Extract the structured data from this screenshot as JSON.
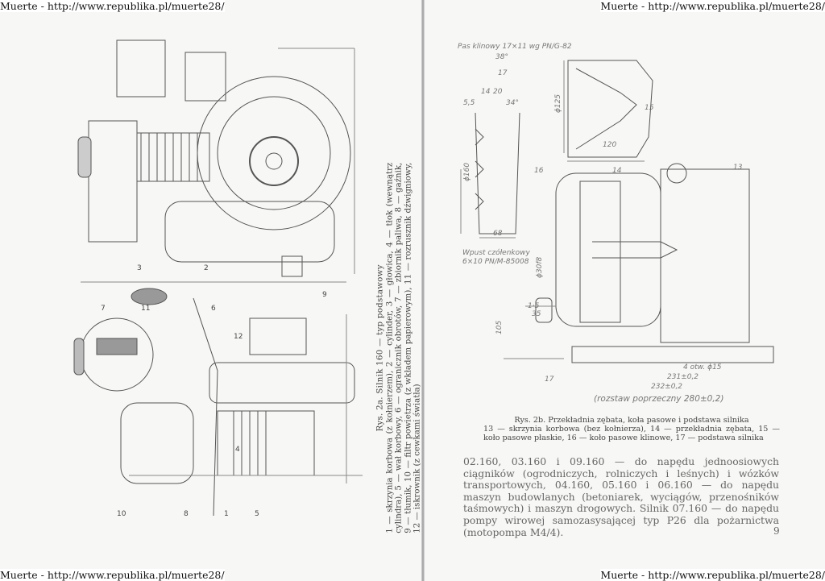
{
  "watermark": "Muerte - http://www.republika.pl/muerte28/",
  "left_page": {
    "figure_labels": [
      "1",
      "2",
      "3",
      "4",
      "5",
      "6",
      "7",
      "8",
      "9",
      "10",
      "11",
      "12"
    ],
    "caption": {
      "title": "Rys. 2a. Silnik 160 — typ podstawowy",
      "legend": "1 — skrzynia korbowa (z kołnierzem), 2 — cylinder, 3 — głowica, 4 — tłok (wewnątrz cylindra), 5 — wał korbowy, 6 — ogranicznik obrotów, 7 — zbiornik paliwa, 8 — gaźnik, 9 — tłumik, 10 — filtr powietrza (z wkładem papierowym), 11 — rozrusznik dźwigniowy, 12 — iskrownik (z cewkami światła)"
    }
  },
  "right_page": {
    "dimension_labels": {
      "belt": "Pas klinowy 17×11 wg PN/G-82",
      "angle1": "38°",
      "w17": "17",
      "d14": "14",
      "d20": "20",
      "d55": "5,5",
      "angle2": "34°",
      "phi125": "ϕ125",
      "phi160": "ϕ160",
      "w120": "120",
      "w68": "68",
      "key": "Wpust czółenkowy",
      "key_std": "6×10 PN/M-85008",
      "phi30": "ϕ30f8",
      "d15": "1·5",
      "d35": "35",
      "h105": "105",
      "holes": "4 otw. ϕ15",
      "d231": "231±0,2",
      "d232": "232±0,2",
      "spacing": "(rozstaw poprzeczny 280±0,2)",
      "n13": "13",
      "n14": "14",
      "n15": "15",
      "n16": "16",
      "n17": "17"
    },
    "caption": {
      "title": "Rys. 2b. Przekładnia zębata, koła pasowe i podstawa silnika",
      "legend": "13 — skrzynia korbowa (bez kołnierza), 14 — przekładnia zębata, 15 — koło pasowe płaskie, 16 — koło pasowe klinowe, 17 — podstawa silnika"
    },
    "paragraph": "02.160, 03.160 i 09.160 — do napędu jednoosiowych ciągników (ogrodniczych, rolniczych i leśnych) i wózków transportowych, 04.160, 05.160 i 06.160 — do napędu maszyn budowlanych (betoniarek, wyciągów, przenośników taśmowych) i maszyn drogowych. Silnik 07.160 — do napędu pompy wirowej samozasysającej typ P26 dla pożarnictwa (motopompa M4/4).",
    "page_number": "9"
  }
}
